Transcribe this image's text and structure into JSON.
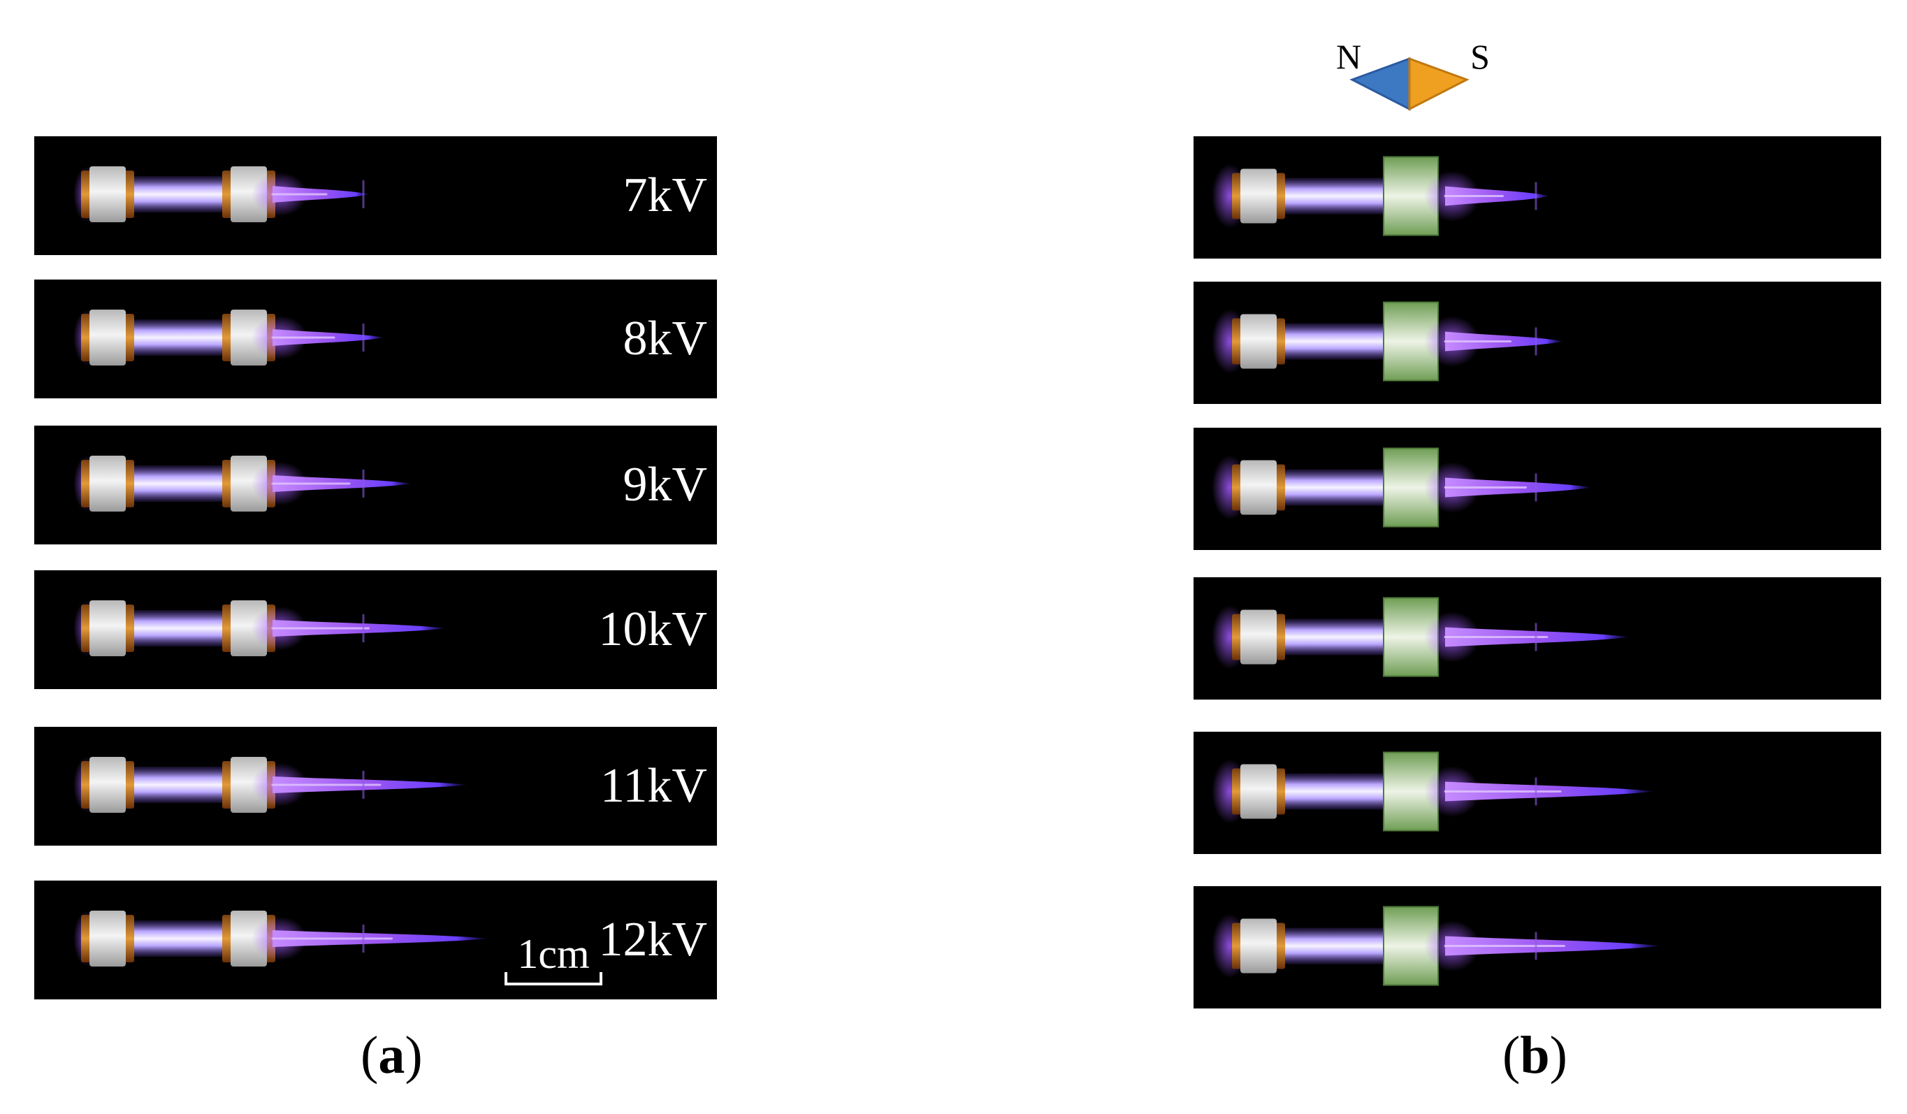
{
  "panel_a": {
    "voltages": [
      "7kV",
      "8kV",
      "9kV",
      "10kV",
      "11kV",
      "12kV"
    ],
    "scale_bar_label": "1cm",
    "caption_open": "(",
    "caption_letter": "a",
    "caption_close": ")"
  },
  "panel_b": {
    "pole_north": "N",
    "pole_south": "S",
    "caption_open": "(",
    "caption_letter": "b",
    "caption_close": ")"
  },
  "colors": {
    "background": "#ffffff",
    "photo_background": "#000000",
    "electrode": "#d9d9d9",
    "electrode_rim": "#d68a2a",
    "plasma_core": "#e6dcff",
    "plasma_jet": "#a25cff",
    "plasma_tip": "#5a3cff",
    "magnet": "#7aa860",
    "magnet_highlight": "#e6efdc",
    "compass_north": "#3d78c2",
    "compass_south": "#f0a020"
  }
}
